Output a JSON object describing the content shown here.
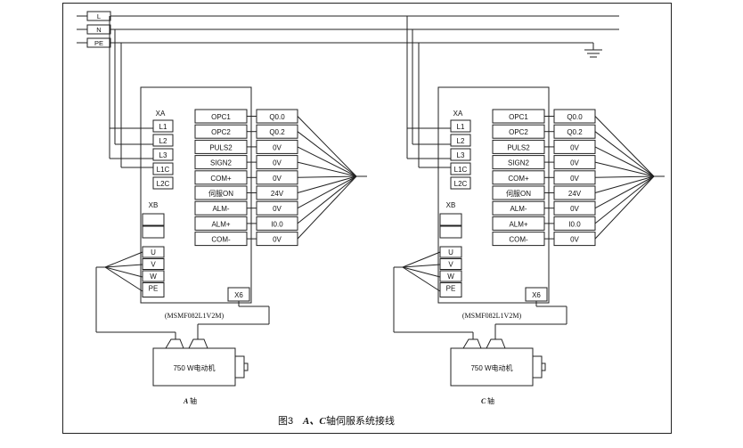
{
  "power": {
    "L": "L",
    "N": "N",
    "PE": "PE"
  },
  "drives": [
    {
      "xa": {
        "title": "XA",
        "terms": [
          "L1",
          "L2",
          "L3",
          "L1C",
          "L2C"
        ]
      },
      "io": {
        "left": [
          "OPC1",
          "OPC2",
          "PULS2",
          "SIGN2",
          "COM+",
          "伺服ON",
          "ALM-",
          "ALM+",
          "COM-"
        ],
        "right": [
          "Q0.0",
          "Q0.2",
          "0V",
          "0V",
          "0V",
          "24V",
          "0V",
          "I0.0",
          "0V"
        ]
      },
      "xb": {
        "title": "XB",
        "terms": [
          "U",
          "V",
          "W",
          "PE"
        ]
      },
      "x6": "X6",
      "model": "(MSMF082L1V2M)",
      "motor": "750 W电动机",
      "axis_letter": "A",
      "axis_suffix": "轴"
    },
    {
      "xa": {
        "title": "XA",
        "terms": [
          "L1",
          "L2",
          "L3",
          "L1C",
          "L2C"
        ]
      },
      "io": {
        "left": [
          "OPC1",
          "OPC2",
          "PULS2",
          "SIGN2",
          "COM+",
          "伺服ON",
          "ALM-",
          "ALM+",
          "COM-"
        ],
        "right": [
          "Q0.0",
          "Q0.2",
          "0V",
          "0V",
          "0V",
          "24V",
          "0V",
          "I0.0",
          "0V"
        ]
      },
      "xb": {
        "title": "XB",
        "terms": [
          "U",
          "V",
          "W",
          "PE"
        ]
      },
      "x6": "X6",
      "model": "(MSMF082L1V2M)",
      "motor": "750 W电动机",
      "axis_letter": "C",
      "axis_suffix": "轴"
    }
  ],
  "caption": {
    "fig": "图3",
    "letters": "A、C",
    "text": "轴伺服系统接线"
  }
}
